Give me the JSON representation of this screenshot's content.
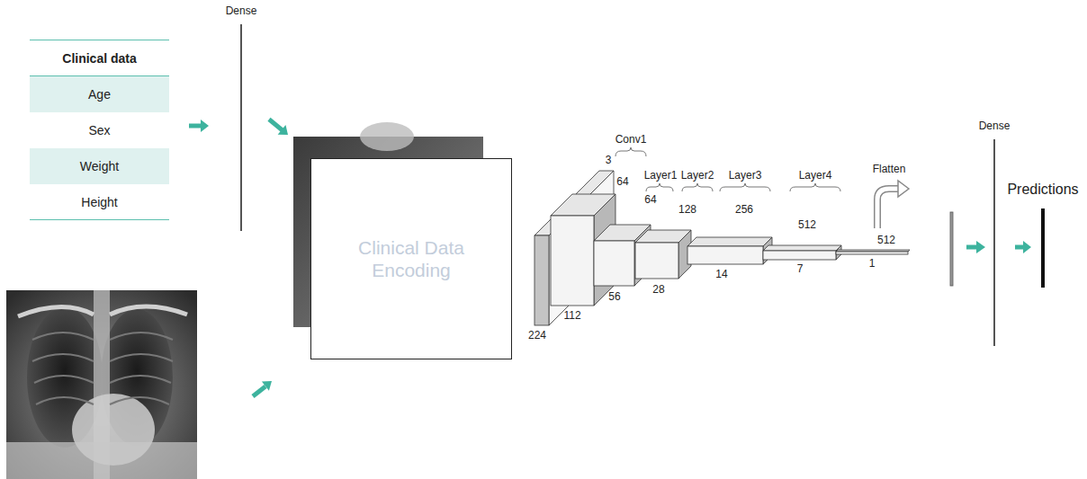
{
  "diagram": {
    "nodes": [
      {
        "text": [
          "Clinical data"
        ]
      },
      {
        "text": [
          "Age"
        ],
        "in": 0
      },
      {
        "text": [
          "Sex"
        ],
        "in": 0
      },
      {
        "text": [
          "Weight"
        ],
        "in": 0
      },
      {
        "text": [
          "Height"
        ],
        "in": 0
      },
      {
        "text": [
          "Dense"
        ]
      },
      {
        "text": [
          "Clinical Data Encoding"
        ]
      },
      {
        "text": [
          "Dense"
        ]
      },
      {
        "text": [
          "Predictions"
        ]
      }
    ],
    "edges": [
      {
        "from": 0,
        "to": 5,
        "arrow": "to"
      },
      {
        "from": 5,
        "to": 6,
        "arrow": "to"
      },
      {
        "from": 7,
        "to": 8,
        "arrow": "to"
      }
    ],
    "labels": [
      "Conv1",
      "3",
      "64",
      "Layer1",
      "Layer2",
      "64",
      "128",
      "Layer3",
      "256",
      "Layer4",
      "512",
      "Flatten",
      "512",
      "1",
      "224",
      "112",
      "56",
      "28",
      "14",
      "7"
    ]
  }
}
